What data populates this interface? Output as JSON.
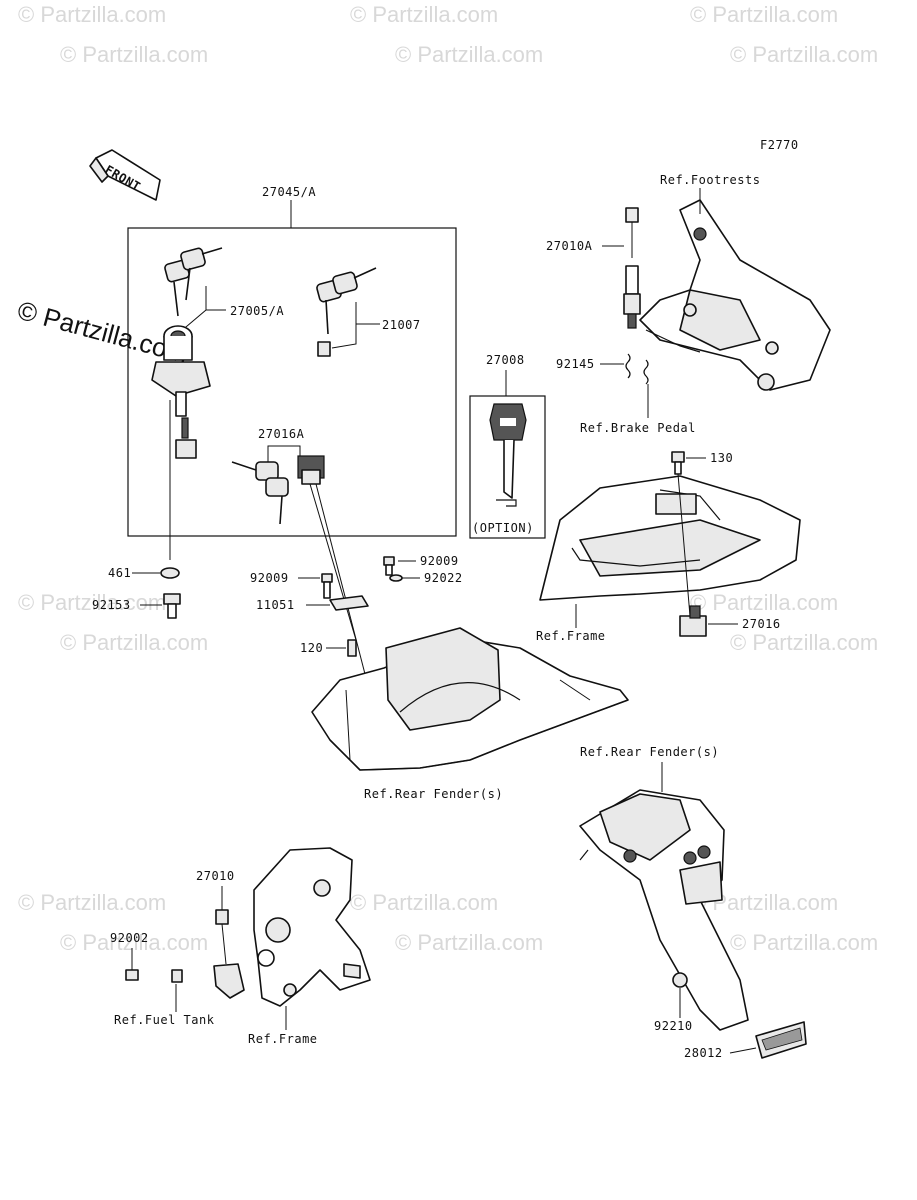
{
  "figure_code": "F2770",
  "front_label": "FRONT",
  "watermark": "© Partzilla.com",
  "option_label": "(OPTION)",
  "callouts": {
    "c27045a": "27045/A",
    "c27005a": "27005/A",
    "c21007": "21007",
    "c27016a": "27016A",
    "c27008": "27008",
    "c461": "461",
    "c92153": "92153",
    "c92009a": "92009",
    "c92009b": "92009",
    "c92022": "92022",
    "c11051": "11051",
    "c120": "120",
    "c27010a": "27010A",
    "c92145": "92145",
    "c130": "130",
    "c27016": "27016",
    "c27010": "27010",
    "c92002": "92002",
    "c92210": "92210",
    "c28012": "28012"
  },
  "refs": {
    "footrests": "Ref.Footrests",
    "brake_pedal": "Ref.Brake Pedal",
    "frame_mid": "Ref.Frame",
    "rear_fender_mid": "Ref.Rear Fender(s)",
    "rear_fender_right": "Ref.Rear Fender(s)",
    "fuel_tank": "Ref.Fuel Tank",
    "frame_bottom": "Ref.Frame"
  }
}
